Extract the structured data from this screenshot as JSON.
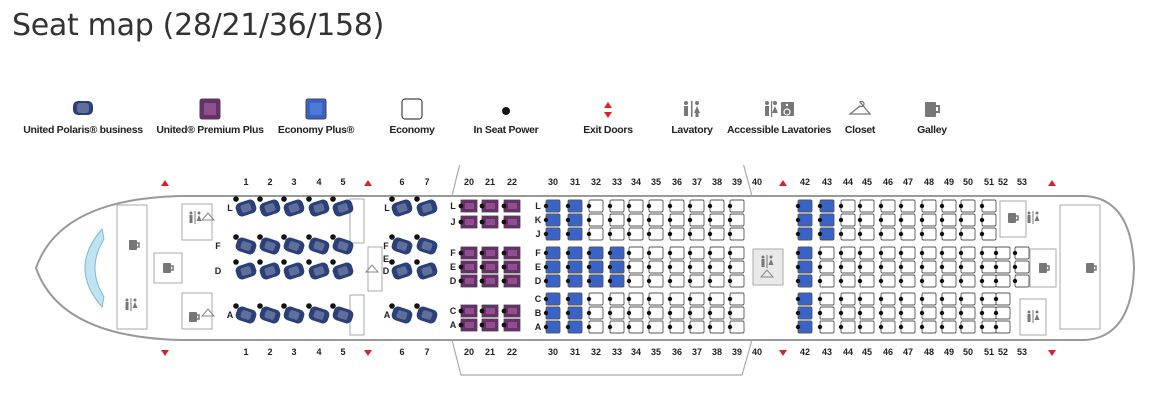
{
  "page": {
    "title": "Seat map (28/21/36/158)"
  },
  "legend": [
    {
      "key": "polaris",
      "label": "United Polaris® business",
      "icon": "polaris-seat-icon"
    },
    {
      "key": "premium",
      "label": "United® Premium Plus",
      "icon": "premium-plus-seat-icon"
    },
    {
      "key": "eplus",
      "label": "Economy Plus®",
      "icon": "economy-plus-seat-icon"
    },
    {
      "key": "economy",
      "label": "Economy",
      "icon": "economy-seat-icon"
    },
    {
      "key": "power",
      "label": "In Seat Power",
      "icon": "power-dot-icon"
    },
    {
      "key": "exit",
      "label": "Exit Doors",
      "icon": "exit-door-icon"
    },
    {
      "key": "lav",
      "label": "Lavatory",
      "icon": "lavatory-icon"
    },
    {
      "key": "alav",
      "label": "Accessible Lavatories",
      "icon": "accessible-lavatory-icon"
    },
    {
      "key": "closet",
      "label": "Closet",
      "icon": "closet-icon"
    },
    {
      "key": "galley",
      "label": "Galley",
      "icon": "galley-icon"
    }
  ],
  "colors": {
    "polaris": "#2b3f78",
    "premium": "#6a2f6b",
    "eplus": "#3a63c8",
    "economy": "#ffffff",
    "exit": "#d8232a",
    "outline": "#888888"
  },
  "cabins": {
    "polaris": {
      "rows": [
        "1",
        "2",
        "3",
        "4",
        "5",
        "6",
        "7"
      ],
      "seat_letters": [
        "L",
        "F",
        "D",
        "A"
      ]
    },
    "premium": {
      "rows": [
        "20",
        "21",
        "22"
      ],
      "seat_letters": [
        "L",
        "J",
        "F",
        "E",
        "D",
        "C",
        "A"
      ]
    },
    "economy": {
      "rows_front": [
        "30",
        "31",
        "32",
        "33",
        "34",
        "35",
        "36",
        "37",
        "38",
        "39"
      ],
      "row_break": "40",
      "rows_rear": [
        "42",
        "43",
        "44",
        "45",
        "46",
        "47",
        "48",
        "49",
        "50",
        "51",
        "52",
        "53"
      ],
      "seat_letters": [
        "L",
        "K",
        "J",
        "F",
        "E",
        "D",
        "C",
        "B",
        "A"
      ]
    }
  }
}
